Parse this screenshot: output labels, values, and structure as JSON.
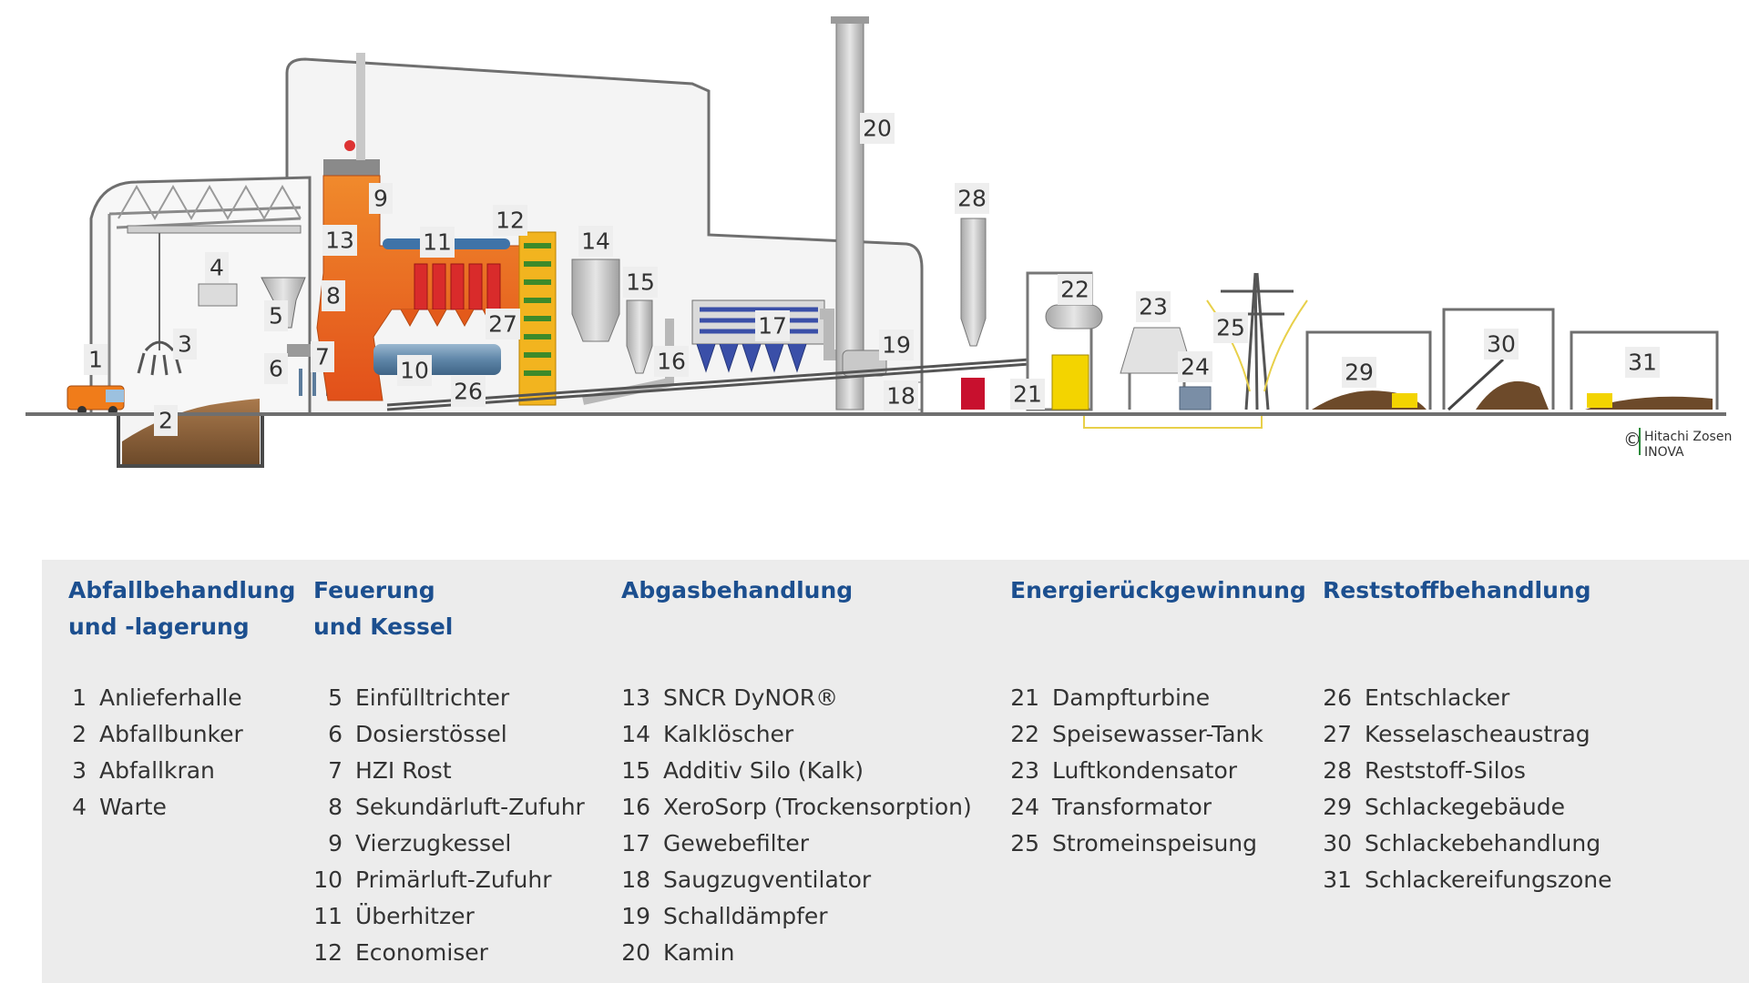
{
  "diagram": {
    "labels": [
      "1",
      "2",
      "3",
      "4",
      "5",
      "6",
      "7",
      "8",
      "9",
      "10",
      "11",
      "12",
      "13",
      "14",
      "15",
      "16",
      "17",
      "18",
      "19",
      "20",
      "21",
      "22",
      "23",
      "24",
      "25",
      "26",
      "27",
      "28",
      "29",
      "30",
      "31"
    ],
    "copyright": {
      "symbol": "©",
      "line1": "Hitachi Zosen",
      "line2": "INOVA"
    }
  },
  "legend": {
    "columns": [
      {
        "heading_line1": "Abfallbehandlung",
        "heading_line2": "und -lagerung",
        "items": [
          {
            "num": "1",
            "label": "Anlieferhalle"
          },
          {
            "num": "2",
            "label": "Abfallbunker"
          },
          {
            "num": "3",
            "label": "Abfallkran"
          },
          {
            "num": "4",
            "label": "Warte"
          }
        ]
      },
      {
        "heading_line1": "Feuerung",
        "heading_line2": "und Kessel",
        "items": [
          {
            "num": "5",
            "label": "Einfülltrichter"
          },
          {
            "num": "6",
            "label": "Dosierstössel"
          },
          {
            "num": "7",
            "label": "HZI Rost"
          },
          {
            "num": "8",
            "label": "Sekundärluft-Zufuhr"
          },
          {
            "num": "9",
            "label": "Vierzugkessel"
          },
          {
            "num": "10",
            "label": "Primärluft-Zufuhr"
          },
          {
            "num": "11",
            "label": "Überhitzer"
          },
          {
            "num": "12",
            "label": "Economiser"
          }
        ]
      },
      {
        "heading_line1": "Abgasbehandlung",
        "heading_line2": "",
        "items": [
          {
            "num": "13",
            "label": "SNCR DyNOR®"
          },
          {
            "num": "14",
            "label": "Kalklöscher"
          },
          {
            "num": "15",
            "label": "Additiv Silo (Kalk)"
          },
          {
            "num": "16",
            "label": "XeroSorp (Trockensorption)"
          },
          {
            "num": "17",
            "label": "Gewebefilter"
          },
          {
            "num": "18",
            "label": "Saugzugventilator"
          },
          {
            "num": "19",
            "label": "Schalldämpfer"
          },
          {
            "num": "20",
            "label": "Kamin"
          }
        ]
      },
      {
        "heading_line1": "Energierückgewinnung",
        "heading_line2": "",
        "items": [
          {
            "num": "21",
            "label": "Dampfturbine"
          },
          {
            "num": "22",
            "label": "Speisewasser-Tank"
          },
          {
            "num": "23",
            "label": "Luftkondensator"
          },
          {
            "num": "24",
            "label": "Transformator"
          },
          {
            "num": "25",
            "label": "Stromeinspeisung"
          }
        ]
      },
      {
        "heading_line1": "Reststoffbehandlung",
        "heading_line2": "",
        "items": [
          {
            "num": "26",
            "label": "Entschlacker"
          },
          {
            "num": "27",
            "label": "Kesselascheaustrag"
          },
          {
            "num": "28",
            "label": "Reststoff-Silos"
          },
          {
            "num": "29",
            "label": "Schlackegebäude"
          },
          {
            "num": "30",
            "label": "Schlackebehandlung"
          },
          {
            "num": "31",
            "label": "Schlackereifungszone"
          }
        ]
      }
    ]
  }
}
